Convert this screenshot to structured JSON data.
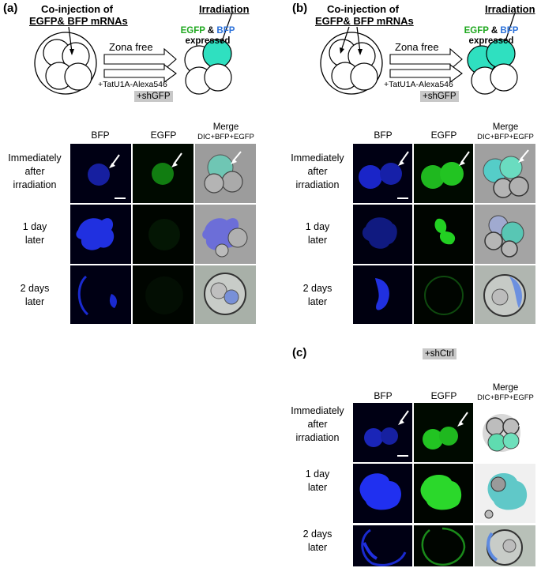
{
  "panels": [
    {
      "label": "(a)",
      "coinj_line1": "Co-injection of",
      "coinj_line2": "EGFP& BFP mRNAs",
      "irradiation": "Irradiation",
      "egfp": "EGFP",
      "amp": " & ",
      "bfp": "BFP",
      "expressed": "expressed",
      "zona": "Zona free",
      "tat": "+TatU1A-Alexa546",
      "sh": "+shGFP",
      "cols": [
        "BFP",
        "EGFP"
      ],
      "merge_title": "Merge",
      "merge_sub": "DIC+BFP+EGFP",
      "rows": [
        {
          "l1": "Immediately",
          "l2": "after",
          "l3": "irradiation"
        },
        {
          "l1": "1 day",
          "l2": "later",
          "l3": ""
        },
        {
          "l1": "2 days",
          "l2": "later",
          "l3": ""
        }
      ]
    },
    {
      "label": "(b)",
      "coinj_line1": "Co-injection of",
      "coinj_line2": "EGFP& BFP mRNAs",
      "irradiation": "Irradiation",
      "egfp": "EGFP",
      "amp": " & ",
      "bfp": "BFP",
      "expressed": "expressed",
      "zona": "Zona free",
      "tat": "+TatU1A-Alexa546",
      "sh": "+shGFP",
      "cols": [
        "BFP",
        "EGFP"
      ],
      "merge_title": "Merge",
      "merge_sub": "DIC+BFP+EGFP",
      "rows": [
        {
          "l1": "Immediately",
          "l2": "after",
          "l3": "irradiation"
        },
        {
          "l1": "1 day",
          "l2": "later",
          "l3": ""
        },
        {
          "l1": "2 days",
          "l2": "later",
          "l3": ""
        }
      ]
    },
    {
      "label": "(c)",
      "sh": "+shCtrl",
      "cols": [
        "BFP",
        "EGFP"
      ],
      "merge_title": "Merge",
      "merge_sub": "DIC+BFP+EGFP",
      "rows": [
        {
          "l1": "Immediately",
          "l2": "after",
          "l3": "irradiation"
        },
        {
          "l1": "1 day",
          "l2": "later",
          "l3": ""
        },
        {
          "l1": "2 days",
          "l2": "later",
          "l3": ""
        }
      ]
    }
  ],
  "colors": {
    "bfp_blue": "#1a2bd9",
    "egfp_green": "#22c422",
    "irradiated_cyan": "#2fe0c0",
    "egfp_label": "#1fa81f",
    "bfp_label": "#2a70d9",
    "tile_bg": "#000010",
    "dic_gray": "#9a9a9a"
  }
}
